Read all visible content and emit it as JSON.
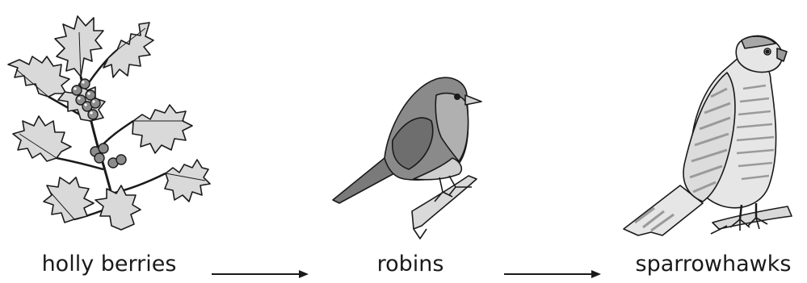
{
  "food_chain": {
    "organisms": [
      {
        "label": "holly berries"
      },
      {
        "label": "robins"
      },
      {
        "label": "sparrowhawks"
      }
    ]
  },
  "colors": {
    "outline": "#1a1a1a",
    "leaf": "#d9d9d9",
    "berry": "#8c8c8c",
    "robin_body": "#8a8a8a",
    "robin_breast": "#b0b0b0",
    "hawk": "#e6e6e6",
    "hawk_markings": "#9a9a9a"
  },
  "icons": [
    "holly-branch-icon",
    "robin-icon",
    "sparrowhawk-icon",
    "arrow-right-icon"
  ]
}
